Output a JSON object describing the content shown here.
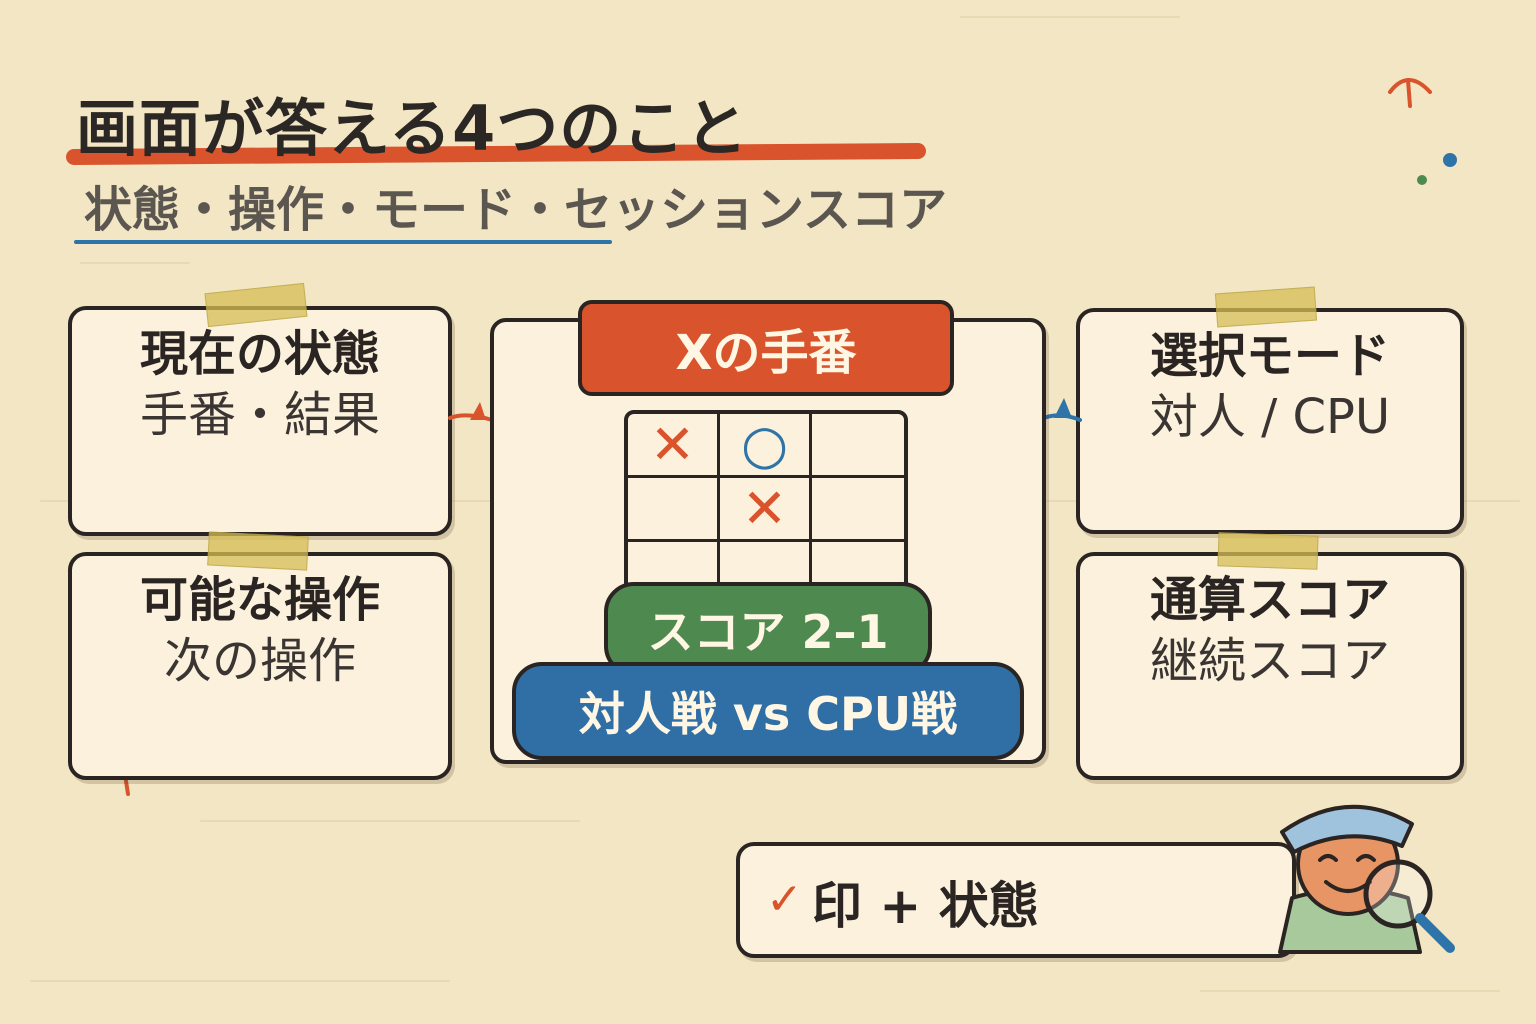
{
  "title": "画面が答える4つのこと",
  "subtitle": "状態・操作・モード・セッションスコア",
  "cards": {
    "state": {
      "heading": "現在の状態",
      "body": "手番・結果"
    },
    "actions": {
      "heading": "可能な操作",
      "body": "次の操作"
    },
    "mode": {
      "heading": "選択モード",
      "body": "対人 / CPU"
    },
    "score": {
      "heading": "通算スコア",
      "body": "継続スコア"
    }
  },
  "center": {
    "turn_label": "Xの手番",
    "board": [
      "✕",
      "○",
      "",
      "",
      "✕",
      "",
      "",
      "",
      ""
    ],
    "score_label": "スコア 2–1",
    "mode_label": "対人戦 vs CPU戦"
  },
  "note": {
    "check": "✓",
    "text": "印 + 状態"
  },
  "colors": {
    "background": "#f3e6c4",
    "accent_orange": "#d9542c",
    "accent_blue": "#2f6fa6",
    "accent_green": "#4e8a4f",
    "card": "#fbf1dc"
  },
  "icons": [
    "inspector-character-icon",
    "magnifier-icon",
    "tape-icon",
    "arrow-icon"
  ]
}
